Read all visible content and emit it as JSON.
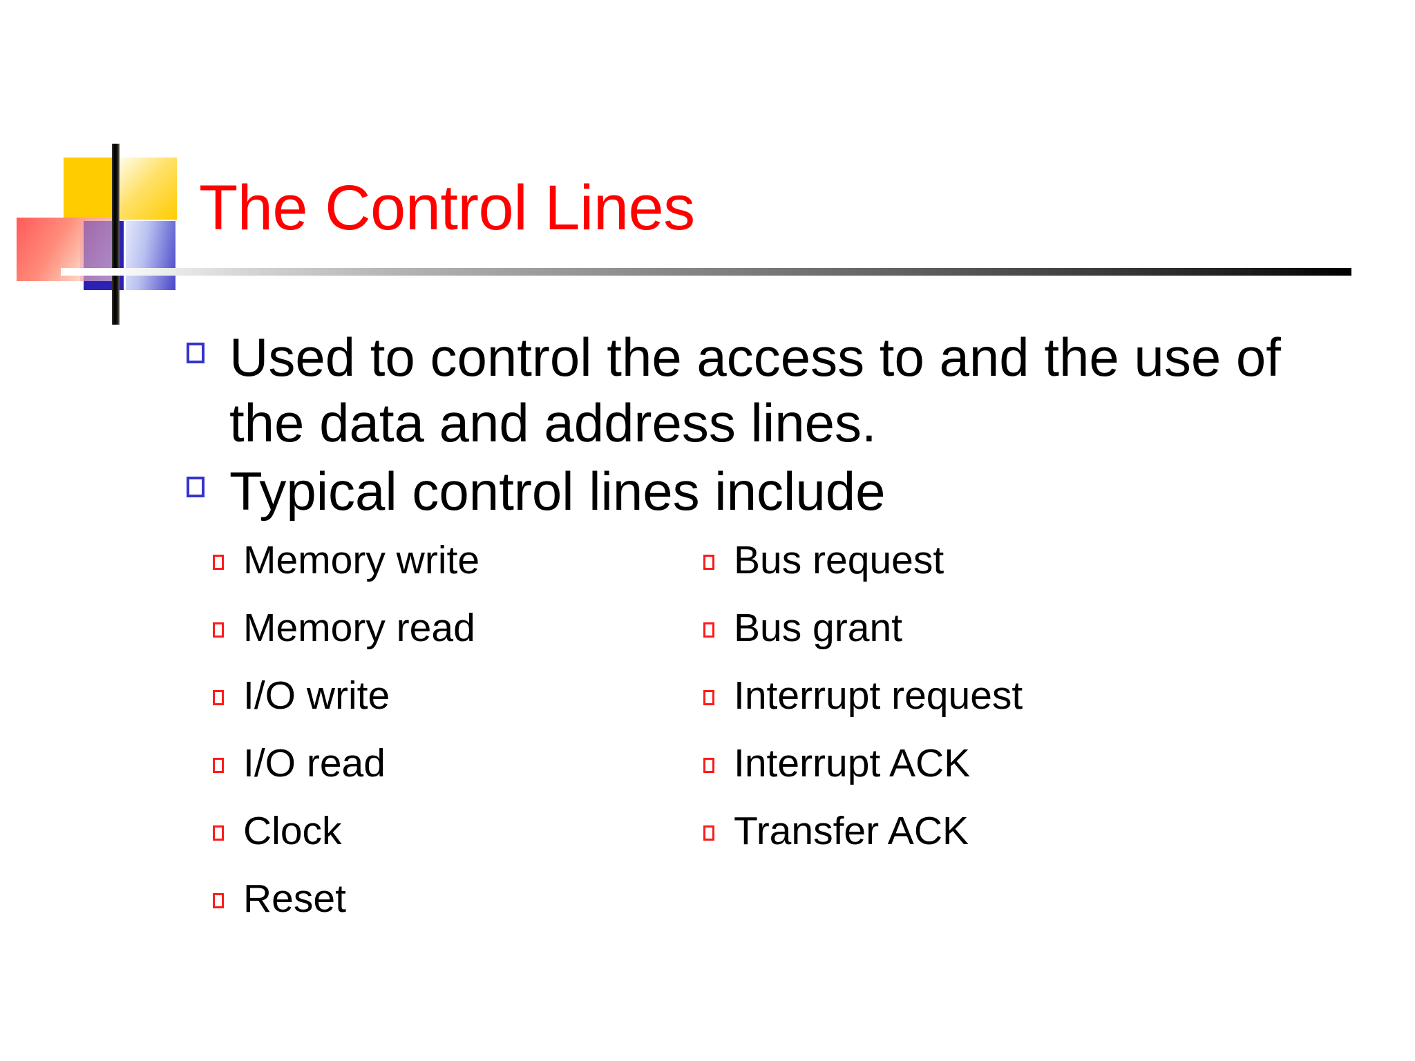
{
  "slide": {
    "title": "The Control Lines",
    "title_color": "#FF0000",
    "background_color": "#FFFFFF",
    "level1_marker_color": "#3333CC",
    "level2_marker_color": "#FF1A1A",
    "body_text_color": "#000000"
  },
  "logo": {
    "name": "decorative-squares-logo",
    "yellow": "#FFCC00",
    "blue": "#2B22B4",
    "red": "#FF5A5A",
    "bar": "#000000"
  },
  "bullets": [
    {
      "text": "Used to control the access to and the use of the data and address lines."
    },
    {
      "text": "Typical control lines include"
    }
  ],
  "sub_bullets": {
    "left_column": [
      {
        "text": "Memory write"
      },
      {
        "text": "Memory read"
      },
      {
        "text": "I/O write"
      },
      {
        "text": "I/O read"
      },
      {
        "text": "Clock"
      },
      {
        "text": "Reset"
      }
    ],
    "right_column": [
      {
        "text": "Bus request"
      },
      {
        "text": "Bus grant"
      },
      {
        "text": "Interrupt request"
      },
      {
        "text": "Interrupt ACK"
      },
      {
        "text": "Transfer ACK"
      }
    ]
  }
}
